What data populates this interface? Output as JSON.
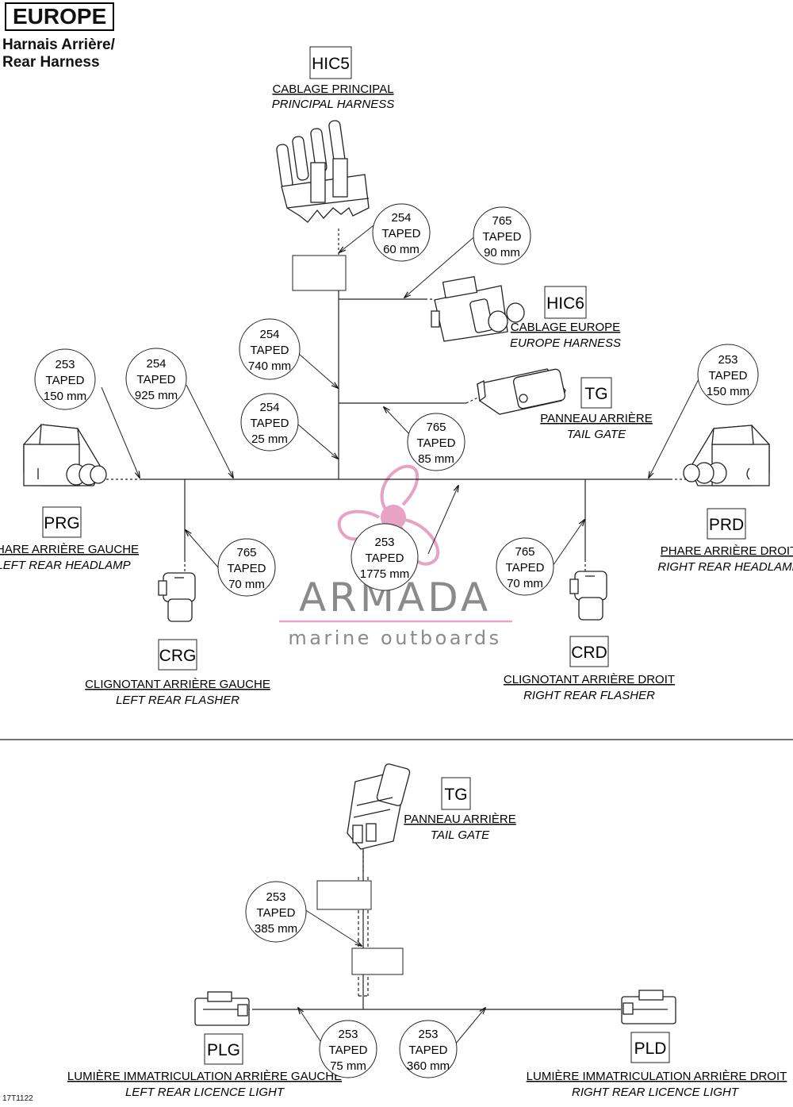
{
  "header": {
    "region": "EUROPE",
    "subtitle_line1": "Harnais Arrière/",
    "subtitle_line2": "Rear Harness"
  },
  "connectors": {
    "hic5": {
      "code": "HIC5",
      "fr": "CABLAGE PRINCIPAL",
      "en": "PRINCIPAL HARNESS"
    },
    "hic6": {
      "code": "HIC6",
      "fr": "CABLAGE EUROPE",
      "en": "EUROPE HARNESS"
    },
    "tg1": {
      "code": "TG",
      "fr": "PANNEAU ARRIÈRE",
      "en": "TAIL GATE"
    },
    "prg": {
      "code": "PRG",
      "fr": "PHARE ARRIÈRE GAUCHE",
      "en": "LEFT REAR HEADLAMP"
    },
    "prd": {
      "code": "PRD",
      "fr": "PHARE ARRIÈRE DROIT",
      "en": "RIGHT REAR HEADLAMP"
    },
    "crg": {
      "code": "CRG",
      "fr": "CLIGNOTANT ARRIÈRE GAUCHE",
      "en": "LEFT REAR FLASHER"
    },
    "crd": {
      "code": "CRD",
      "fr": "CLIGNOTANT ARRIÈRE DROIT",
      "en": "RIGHT REAR FLASHER"
    },
    "tg2": {
      "code": "TG",
      "fr": "PANNEAU ARRIÈRE",
      "en": "TAIL GATE"
    },
    "plg": {
      "code": "PLG",
      "fr": "LUMIÈRE IMMATRICULATION ARRIÈRE GAUCHE",
      "en": "LEFT REAR LICENCE LIGHT"
    },
    "pld": {
      "code": "PLD",
      "fr": "LUMIÈRE IMMATRICULATION ARRIÈRE DROIT",
      "en": "RIGHT REAR LICENCE LIGHT"
    }
  },
  "wire_callouts": [
    {
      "num": "254",
      "desc": "TAPED",
      "len": "60 mm"
    },
    {
      "num": "765",
      "desc": "TAPED",
      "len": "90 mm"
    },
    {
      "num": "254",
      "desc": "TAPED",
      "len": "740 mm"
    },
    {
      "num": "254",
      "desc": "TAPED",
      "len": "25 mm"
    },
    {
      "num": "253",
      "desc": "TAPED",
      "len": "150 mm"
    },
    {
      "num": "254",
      "desc": "TAPED",
      "len": "925 mm"
    },
    {
      "num": "765",
      "desc": "TAPED",
      "len": "85 mm"
    },
    {
      "num": "253",
      "desc": "TAPED",
      "len": "150 mm"
    },
    {
      "num": "765",
      "desc": "TAPED",
      "len": "70 mm"
    },
    {
      "num": "253",
      "desc": "TAPED",
      "len": "1775 mm"
    },
    {
      "num": "765",
      "desc": "TAPED",
      "len": "70 mm"
    },
    {
      "num": "253",
      "desc": "TAPED",
      "len": "385 mm"
    },
    {
      "num": "253",
      "desc": "TAPED",
      "len": "75 mm"
    },
    {
      "num": "253",
      "desc": "TAPED",
      "len": "360 mm"
    }
  ],
  "watermark": {
    "brand": "ARMADA",
    "tagline": "marine outboards",
    "accent_color": "#e8a2c4"
  },
  "footer": {
    "code": "17T1122"
  }
}
